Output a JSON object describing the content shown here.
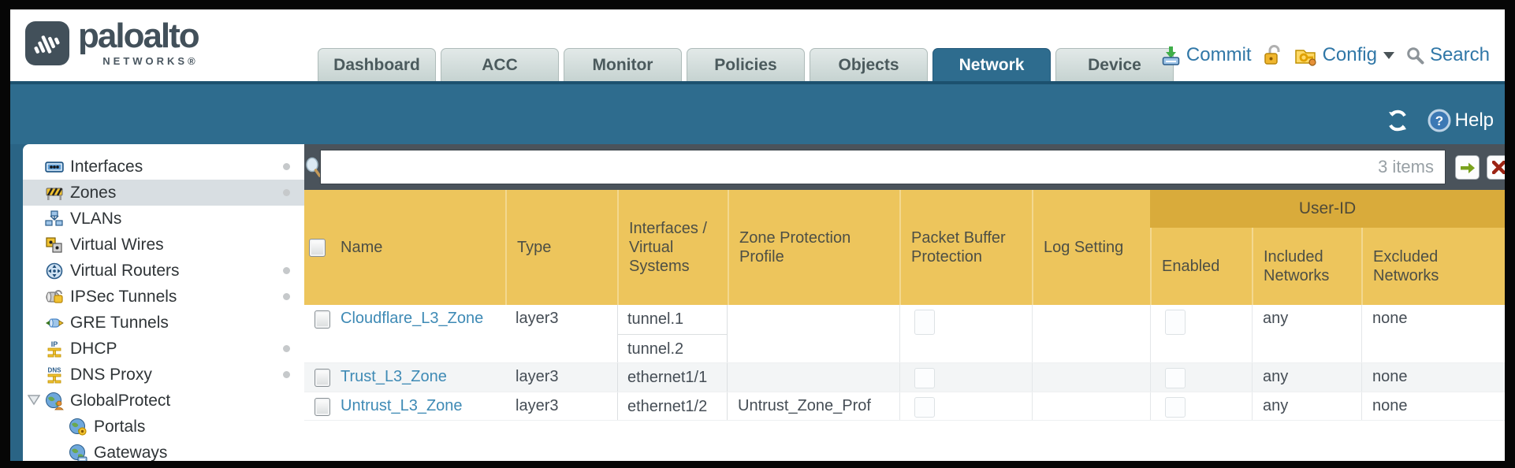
{
  "header": {
    "logo": {
      "brand": "paloalto",
      "sub": "NETWORKS®"
    },
    "tabs": [
      {
        "label": "Dashboard",
        "active": false
      },
      {
        "label": "ACC",
        "active": false
      },
      {
        "label": "Monitor",
        "active": false
      },
      {
        "label": "Policies",
        "active": false
      },
      {
        "label": "Objects",
        "active": false
      },
      {
        "label": "Network",
        "active": true
      },
      {
        "label": "Device",
        "active": false
      }
    ],
    "toolbar": {
      "commit": "Commit",
      "config": "Config",
      "search": "Search"
    }
  },
  "band": {
    "help": "Help"
  },
  "sidebar": {
    "items": [
      {
        "label": "Interfaces",
        "icon": "interfaces-icon",
        "dot": true
      },
      {
        "label": "Zones",
        "icon": "zones-icon",
        "dot": true,
        "selected": true
      },
      {
        "label": "VLANs",
        "icon": "vlans-icon"
      },
      {
        "label": "Virtual Wires",
        "icon": "virtual-wires-icon"
      },
      {
        "label": "Virtual Routers",
        "icon": "virtual-routers-icon",
        "dot": true
      },
      {
        "label": "IPSec Tunnels",
        "icon": "ipsec-tunnels-icon",
        "dot": true
      },
      {
        "label": "GRE Tunnels",
        "icon": "gre-tunnels-icon"
      },
      {
        "label": "DHCP",
        "icon": "dhcp-icon",
        "dot": true
      },
      {
        "label": "DNS Proxy",
        "icon": "dns-proxy-icon",
        "dot": true
      },
      {
        "label": "GlobalProtect",
        "icon": "globalprotect-icon",
        "expanded": true
      },
      {
        "label": "Portals",
        "icon": "portals-icon",
        "child": true
      },
      {
        "label": "Gateways",
        "icon": "gateways-icon",
        "child": true
      }
    ]
  },
  "search": {
    "count": "3 items"
  },
  "table": {
    "group": "User-ID",
    "columns": {
      "name": "Name",
      "type": "Type",
      "interfaces": "Interfaces / Virtual Systems",
      "zpp": "Zone Protection Profile",
      "pbp": "Packet Buffer Protection",
      "log": "Log Setting",
      "enabled": "Enabled",
      "included": "Included Networks",
      "excluded": "Excluded Networks"
    },
    "rows": [
      {
        "name": "Cloudflare_L3_Zone",
        "type": "layer3",
        "interfaces": [
          "tunnel.1",
          "tunnel.2"
        ],
        "zpp": "",
        "log": "",
        "included": "any",
        "excluded": "none"
      },
      {
        "name": "Trust_L3_Zone",
        "type": "layer3",
        "interfaces": [
          "ethernet1/1"
        ],
        "zpp": "",
        "log": "",
        "included": "any",
        "excluded": "none"
      },
      {
        "name": "Untrust_L3_Zone",
        "type": "layer3",
        "interfaces": [
          "ethernet1/2"
        ],
        "zpp": "Untrust_Zone_Prof",
        "log": "",
        "included": "any",
        "excluded": "none"
      }
    ]
  },
  "colors": {
    "teal": "#2e6c8e",
    "amber": "#edc55c",
    "amber_dark": "#d9ab3b",
    "strip": "#4a535b",
    "link": "#3e8ab5",
    "tab_active_text": "#ffffff"
  }
}
